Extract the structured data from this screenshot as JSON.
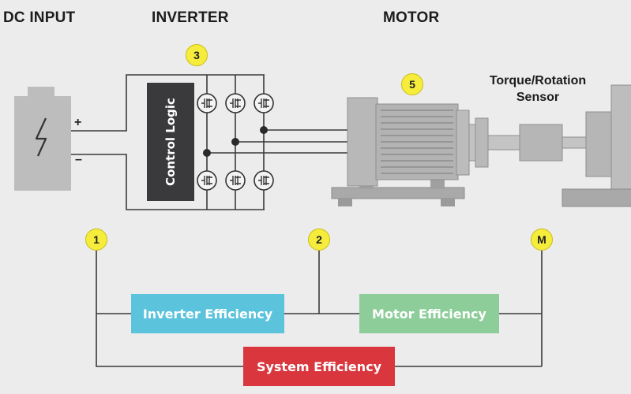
{
  "headers": {
    "dc_input": "DC INPUT",
    "inverter": "INVERTER",
    "motor": "MOTOR"
  },
  "inverter": {
    "control_label": "Control Logic"
  },
  "battery": {
    "plus": "+",
    "minus": "–"
  },
  "sensor": {
    "label_line1": "Torque/Rotation",
    "label_line2": "Sensor"
  },
  "badges": {
    "b1": "1",
    "b2": "2",
    "b3": "3",
    "b5": "5",
    "bm": "M"
  },
  "efficiency": {
    "inverter": "Inverter Efficiency",
    "motor": "Motor Efficiency",
    "system": "System Efficiency"
  },
  "colors": {
    "inverter_efficiency": "#5bc3dc",
    "motor_efficiency": "#8dcd9a",
    "system_efficiency": "#d9363e",
    "badge": "#f6ec3c",
    "control_logic": "#3a3a3c",
    "machine_gray": "#b3b3b3"
  },
  "icons": {
    "battery_symbol": "lightning-bolt-icon",
    "switch_symbol": "transistor-icon"
  }
}
